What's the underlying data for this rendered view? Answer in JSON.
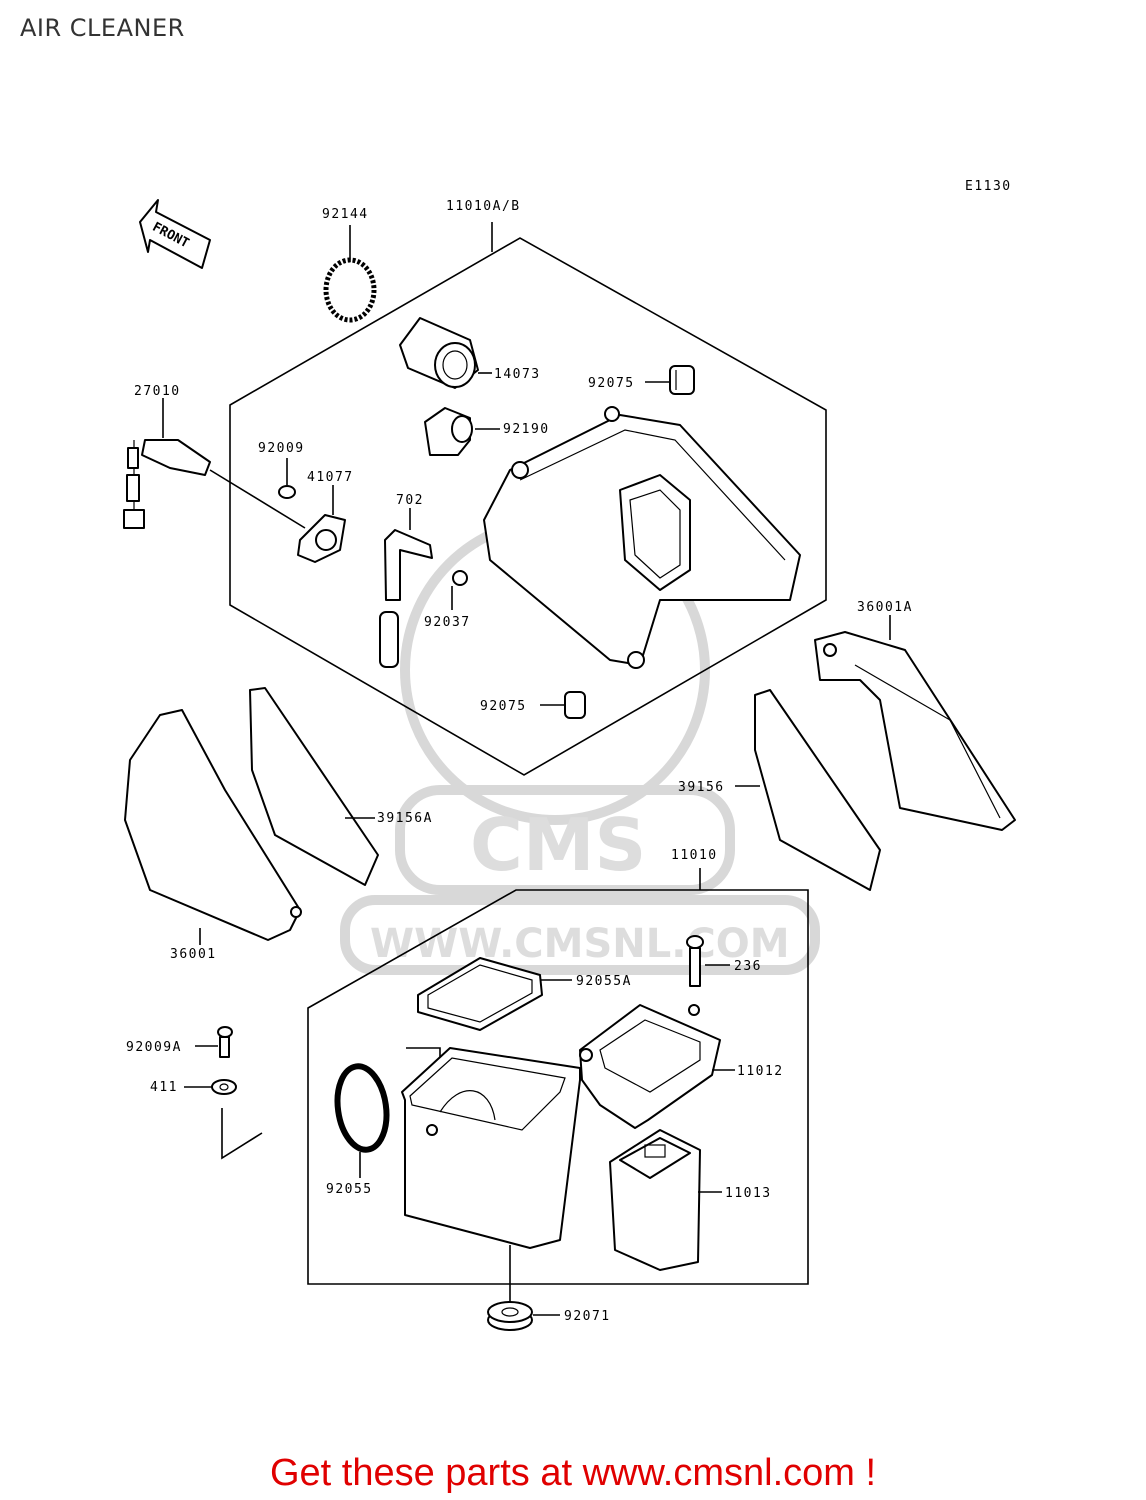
{
  "title": "AIR CLEANER",
  "diagram_code": "E1130",
  "front_label": "FRONT",
  "watermark": {
    "brand": "CMS",
    "url": "WWW.CMSNL.COM"
  },
  "parts": {
    "p92144": "92144",
    "p11010ab": "11010A/B",
    "p14073": "14073",
    "p92075a": "92075",
    "p27010": "27010",
    "p92190": "92190",
    "p92009": "92009",
    "p41077": "41077",
    "p702": "702",
    "p92037": "92037",
    "p92075b": "92075",
    "p36001a": "36001A",
    "p39156a": "39156A",
    "p39156": "39156",
    "p11010": "11010",
    "p36001": "36001",
    "p236": "236",
    "p92055a": "92055A",
    "p92009a": "92009A",
    "p11012": "11012",
    "p411": "411",
    "p92055": "92055",
    "p11013": "11013",
    "p92071": "92071"
  },
  "footer": "Get these parts at www.cmsnl.com !"
}
